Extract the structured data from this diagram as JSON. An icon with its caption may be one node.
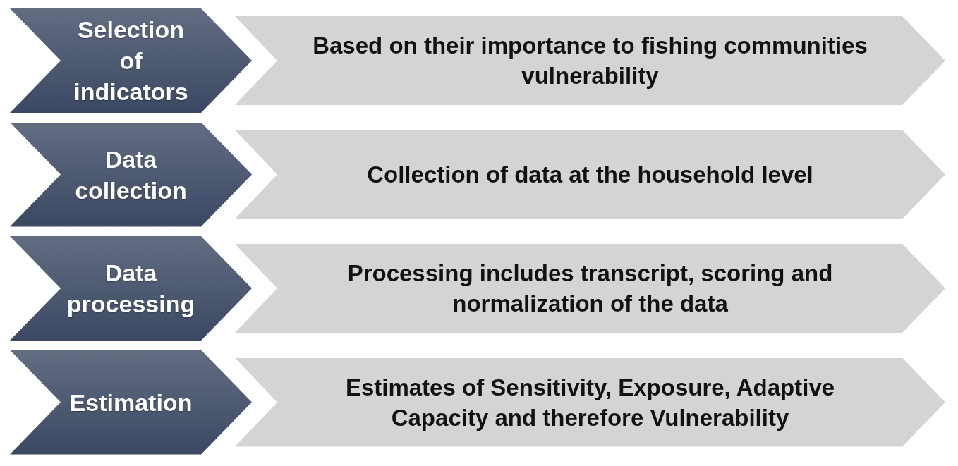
{
  "diagram": {
    "nodes": [
      {
        "text": [
          "Selection of indicators"
        ]
      },
      {
        "text": [
          "Based on their importance to fishing communities vulnerability"
        ]
      },
      {
        "text": [
          "Data collection"
        ]
      },
      {
        "text": [
          "Collection of data at the household level"
        ]
      },
      {
        "text": [
          "Data processing"
        ]
      },
      {
        "text": [
          "Processing includes transcript, scoring and normalization of the data"
        ]
      },
      {
        "text": [
          "Estimation"
        ]
      },
      {
        "text": [
          "Estimates of Sensitivity, Exposure, Adaptive Capacity and therefore Vulnerability"
        ]
      }
    ]
  }
}
